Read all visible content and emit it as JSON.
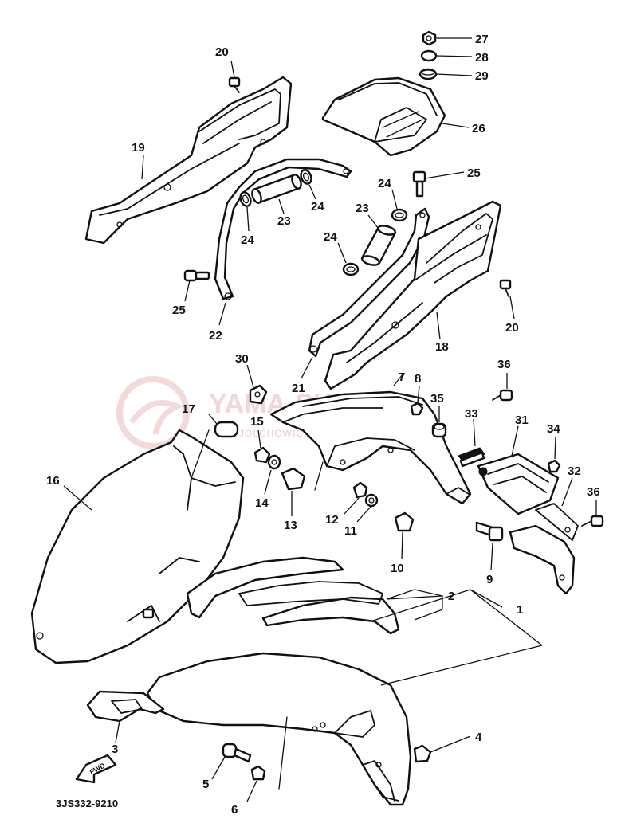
{
  "diagram_code": "3JS332-9210",
  "watermark": {
    "text": "YAMA-SKLEP.PL",
    "subtext": "JOLCHOWICZ LDA PAR YAMAHA"
  },
  "forward_marker": "FWD",
  "callouts": {
    "c1": "1",
    "c2": "2",
    "c3": "3",
    "c4": "4",
    "c5": "5",
    "c6": "6",
    "c7": "7",
    "c8": "8",
    "c9": "9",
    "c10": "10",
    "c11": "11",
    "c12": "12",
    "c13": "13",
    "c14": "14",
    "c15": "15",
    "c16": "16",
    "c17": "17",
    "c18": "18",
    "c19": "19",
    "c20a": "20",
    "c20b": "20",
    "c21": "21",
    "c22": "22",
    "c23a": "23",
    "c23b": "23",
    "c24a": "24",
    "c24b": "24",
    "c24c": "24",
    "c24d": "24",
    "c25a": "25",
    "c25b": "25",
    "c26": "26",
    "c27": "27",
    "c28": "28",
    "c29": "29",
    "c30": "30",
    "c31": "31",
    "c32": "32",
    "c33": "33",
    "c34": "34",
    "c35": "35",
    "c36a": "36",
    "c36b": "36"
  }
}
